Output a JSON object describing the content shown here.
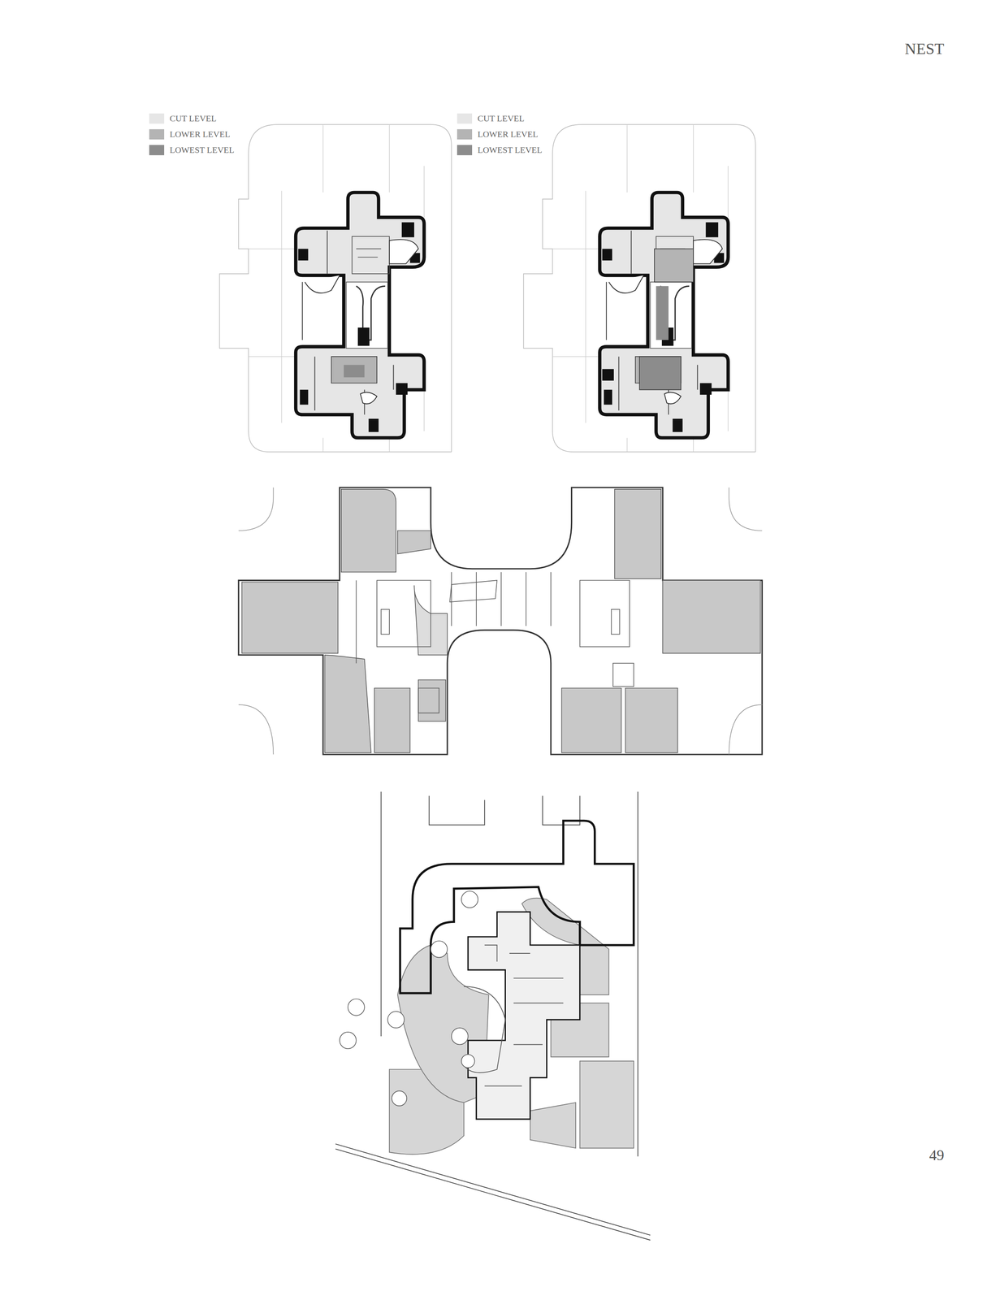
{
  "diagram": {
    "labels": [
      "NEST",
      "49"
    ],
    "legend": [
      {
        "text": "CUT LEVEL",
        "color": "#e6e6e6"
      },
      {
        "text": "LOWER LEVEL",
        "color": "#b4b4b4"
      },
      {
        "text": "LOWEST LEVEL",
        "color": "#8c8c8c"
      },
      {
        "text": "CUT LEVEL",
        "color": "#e6e6e6"
      },
      {
        "text": "LOWER LEVEL",
        "color": "#b4b4b4"
      },
      {
        "text": "LOWEST LEVEL",
        "color": "#8c8c8c"
      }
    ]
  }
}
